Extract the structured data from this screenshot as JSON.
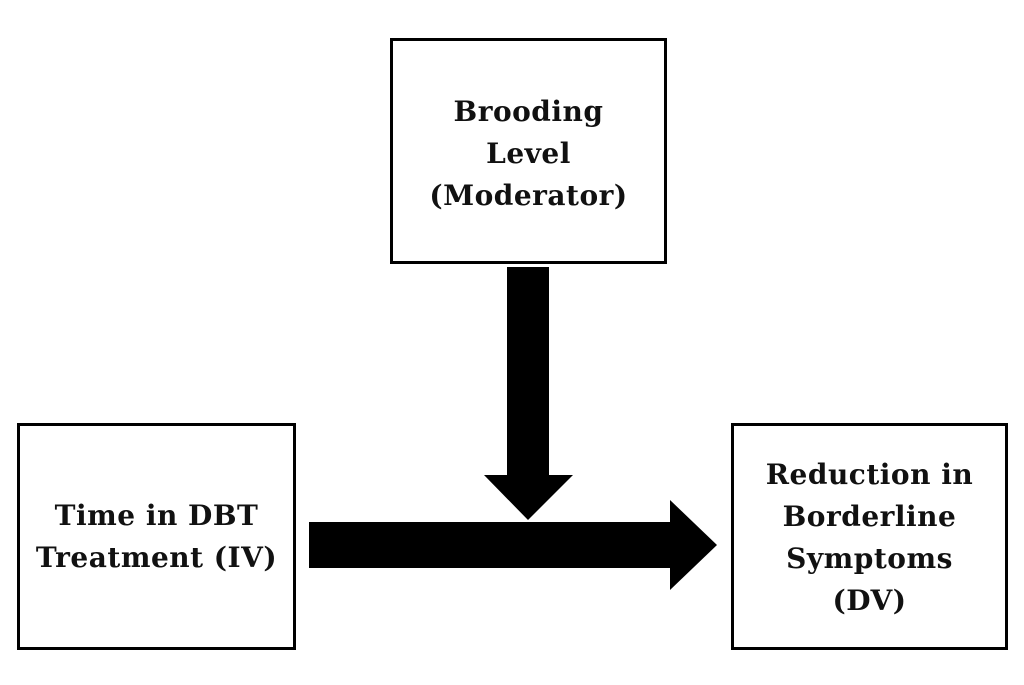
{
  "diagram": {
    "moderator_box": {
      "lines": [
        "Brooding",
        "Level",
        "(Moderator)"
      ]
    },
    "iv_box": {
      "lines": [
        "Time in DBT",
        "Treatment (IV)"
      ]
    },
    "dv_box": {
      "lines": [
        "Reduction in",
        "Borderline",
        "Symptoms",
        "(DV)"
      ]
    },
    "colors": {
      "stroke": "#000000",
      "background": "#ffffff"
    }
  }
}
